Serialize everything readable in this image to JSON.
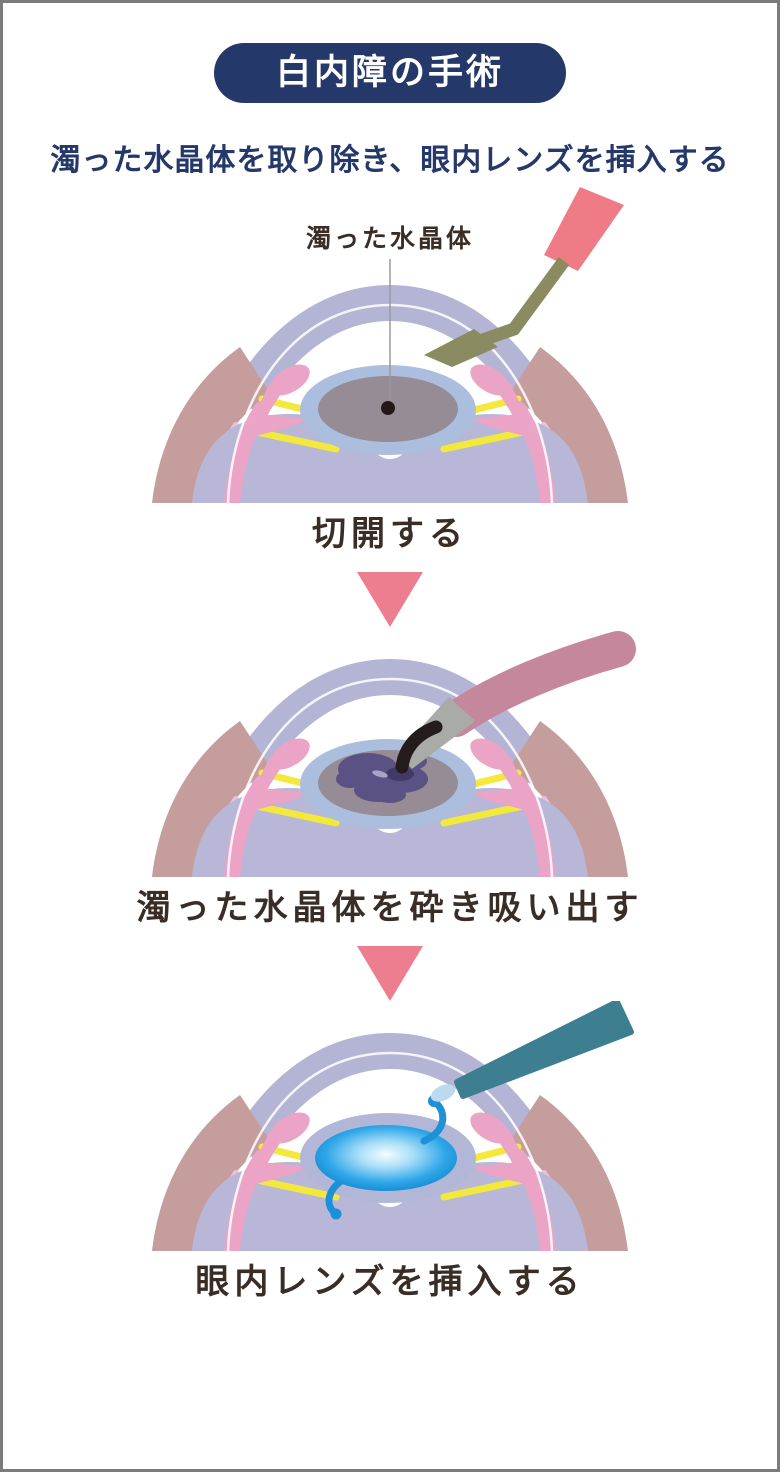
{
  "page": {
    "badge": "白内障の手術",
    "subtitle": "濁った水晶体を取り除き、眼内レンズを挿入する"
  },
  "steps": [
    {
      "lens_label": "濁った水晶体",
      "caption": "切開する",
      "tool_icon": "scalpel-icon"
    },
    {
      "caption": "濁った水晶体を砕き吸い出す",
      "tool_icon": "phaco-instrument-icon"
    },
    {
      "caption": "眼内レンズを挿入する",
      "tool_icon": "iol-injector-icon"
    }
  ],
  "palette": {
    "navy": "#25386a",
    "ink": "#3a2d25",
    "arrowPink": "#ec7e8f",
    "sclera": "#c59d9d",
    "cornea": "#b4b4d5",
    "corneaLine": "#ffffff",
    "iris": "#eba4c6",
    "irisLight": "#eec0d8",
    "zonule": "#f3e93d",
    "capsule": "#abbedd",
    "capsule3": "#b3b7d7",
    "cloudyLens": "#968c96",
    "vitreous": "#b8b7d7",
    "fragment": "#5a5284",
    "fragmentDark": "#413a66",
    "fragmentLight": "#aaa2c8",
    "knifeHandle": "#ef7b87",
    "knifeBlade": "#8b8b61",
    "phacoHandle": "#c5879b",
    "phacoSleeve": "#a9aba6",
    "phacoTip": "#241c1c",
    "injector": "#3d7e91",
    "injectorTip": "#bcd9ee",
    "iolBlue": "#1e90d8",
    "leader": "#9a9a9a",
    "frame": "#7b7b7b",
    "dot": "#231815",
    "badgeText": "#ffffff"
  }
}
